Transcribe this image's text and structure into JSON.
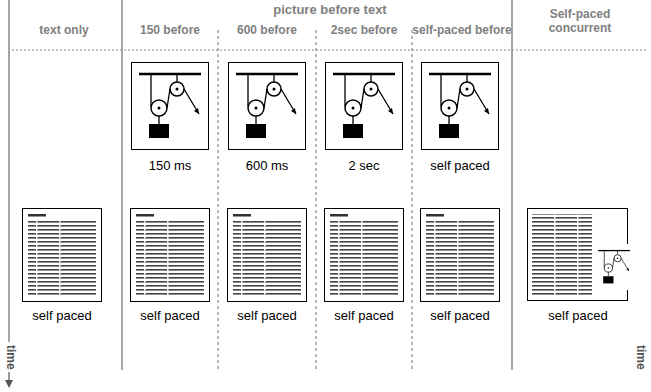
{
  "diagram": {
    "labels": [
      "picture before text",
      "text only",
      "150 before",
      "600 before",
      "2sec before",
      "self-paced before",
      "Self-paced concurrent",
      "150 ms",
      "600 ms",
      "2 sec",
      "self paced",
      "self paced",
      "self paced",
      "self paced",
      "self paced",
      "self paced",
      "self paced",
      "time",
      "time"
    ]
  }
}
